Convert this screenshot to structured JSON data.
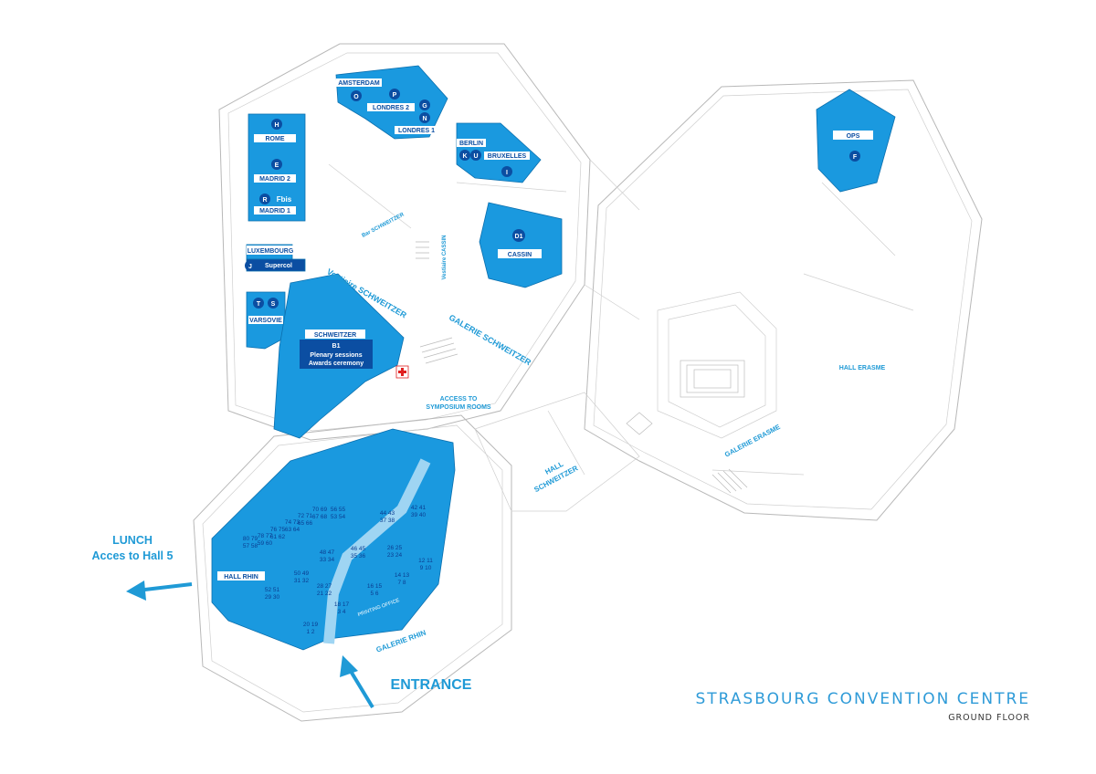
{
  "title": "STRASBOURG CONVENTION CENTRE",
  "subtitle": "GROUND FLOOR",
  "colors": {
    "room": "#1a99df",
    "room_dark": "#0b4ea2",
    "accent": "#2f9bd8",
    "first_aid": "#e02020"
  },
  "rooms": {
    "amsterdam": "AMSTERDAM",
    "londres2": "LONDRES 2",
    "londres1": "LONDRES 1",
    "berlin": "BERLIN",
    "bruxelles": "BRUXELLES",
    "rome": "ROME",
    "madrid2": "MADRID 2",
    "madrid1": "MADRID 1",
    "luxembourg": "LUXEMBOURG",
    "supercol": "Supercol",
    "varsovie": "VARSOVIE",
    "cassin": "CASSIN",
    "ops": "OPS",
    "schweitzer": "SCHWEITZER",
    "schweitzer_b1": "B1",
    "schweitzer_b1_line1": "Plenary sessions",
    "schweitzer_b1_line2": "Awards ceremony",
    "hall_rhin": "HALL RHIN",
    "printing_office": "PRINTING OFFICE"
  },
  "markers": {
    "o": "O",
    "p": "P",
    "g": "G",
    "n": "N",
    "k": "K",
    "u": "U",
    "i": "I",
    "h": "H",
    "e": "E",
    "r": "R",
    "fbis": "Fbis",
    "j": "J",
    "t": "T",
    "s": "S",
    "d1": "D1",
    "f": "F"
  },
  "areas": {
    "bar_schweitzer": "Bar SCHWEITZER",
    "vestiaire_cassin": "Vestiaire CASSIN",
    "vestiaire_schweitzer": "Vestiaire SCHWEITZER",
    "galerie_schweitzer": "GALERIE SCHWEITZER",
    "access_line1": "ACCESS TO",
    "access_line2": "SYMPOSIUM ROOMS",
    "hall_schweitzer_line1": "HALL",
    "hall_schweitzer_line2": "SCHWEITZER",
    "hall_erasme": "HALL ERASME",
    "galerie_erasme": "GALERIE ERASME",
    "galerie_rhin": "GALERIE RHIN"
  },
  "callouts": {
    "lunch_line1": "LUNCH",
    "lunch_line2": "Acces to Hall 5",
    "entrance": "ENTRANCE"
  },
  "booths": [
    "80 79",
    "57 58",
    "78 77",
    "59 60",
    "76 75",
    "61 62",
    "74 73",
    "63 64",
    "72 71",
    "65 66",
    "70 69",
    "67 68",
    "56 55",
    "53 54",
    "44 43",
    "37 38",
    "42 41",
    "39 40",
    "48 47",
    "33 34",
    "46 45",
    "35 36",
    "26 25",
    "23 24",
    "50 49",
    "31 32",
    "52 51",
    "29 30",
    "28 27",
    "21 22",
    "18 17",
    "3 4",
    "16 15",
    "5 6",
    "14 13",
    "7 8",
    "12 11",
    "9 10",
    "20 19",
    "1 2"
  ]
}
